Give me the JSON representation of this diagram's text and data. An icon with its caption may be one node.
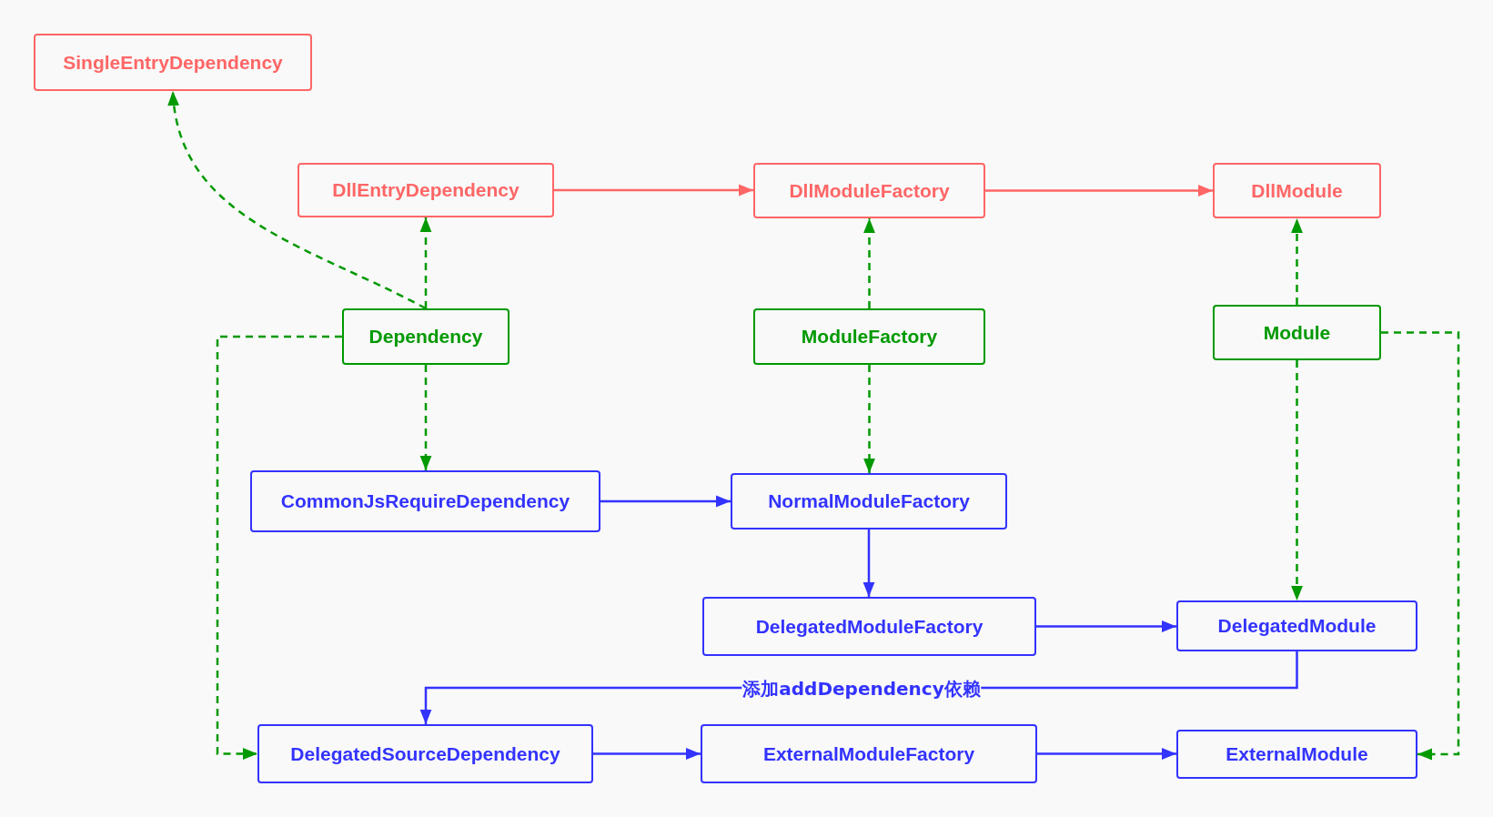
{
  "diagram": {
    "nodes": [
      {
        "text": [
          "SingleEntryDependency"
        ]
      },
      {
        "text": [
          "DllEntryDependency"
        ]
      },
      {
        "text": [
          "DllModuleFactory"
        ]
      },
      {
        "text": [
          "DllModule"
        ]
      },
      {
        "text": [
          "Dependency"
        ]
      },
      {
        "text": [
          "ModuleFactory"
        ]
      },
      {
        "text": [
          "Module"
        ]
      },
      {
        "text": [
          "CommonJsRequireDependency"
        ]
      },
      {
        "text": [
          "NormalModuleFactory"
        ]
      },
      {
        "text": [
          "DelegatedModuleFactory"
        ]
      },
      {
        "text": [
          "DelegatedModule"
        ]
      },
      {
        "text": [
          "DelegatedSourceDependency"
        ]
      },
      {
        "text": [
          "ExternalModuleFactory"
        ]
      },
      {
        "text": [
          "ExternalModule"
        ]
      }
    ],
    "edges": [
      {
        "from": 1,
        "to": 2,
        "arrow": "to",
        "color": "#ff6666"
      },
      {
        "from": 2,
        "to": 3,
        "arrow": "to",
        "color": "#ff6666"
      },
      {
        "from": 4,
        "to": 0,
        "arrow": "to",
        "style": "dashed"
      },
      {
        "from": 4,
        "to": 1,
        "arrow": "to",
        "style": "dashed"
      },
      {
        "from": 5,
        "to": 2,
        "arrow": "to",
        "style": "dashed"
      },
      {
        "from": 6,
        "to": 3,
        "arrow": "to",
        "style": "dashed"
      },
      {
        "from": 4,
        "to": 7,
        "arrow": "to",
        "style": "dashed"
      },
      {
        "from": 5,
        "to": 8,
        "arrow": "to",
        "style": "dashed"
      },
      {
        "from": 6,
        "to": 10,
        "arrow": "to",
        "style": "dashed"
      },
      {
        "from": 4,
        "to": 11,
        "arrow": "to",
        "style": "dashed"
      },
      {
        "from": 6,
        "to": 13,
        "arrow": "to",
        "style": "dashed"
      },
      {
        "from": 7,
        "to": 8,
        "arrow": "to",
        "color": "#3333ff"
      },
      {
        "from": 8,
        "to": 9,
        "arrow": "to",
        "color": "#3333ff"
      },
      {
        "from": 9,
        "to": 10,
        "arrow": "to",
        "color": "#3333ff"
      },
      {
        "from": 10,
        "to": 11,
        "arrow": "to",
        "color": "#3333ff",
        "label": "添加addDependency依赖"
      },
      {
        "from": 11,
        "to": 12,
        "arrow": "to",
        "color": "#3333ff"
      },
      {
        "from": 12,
        "to": 13,
        "arrow": "to",
        "color": "#3333ff"
      }
    ]
  }
}
